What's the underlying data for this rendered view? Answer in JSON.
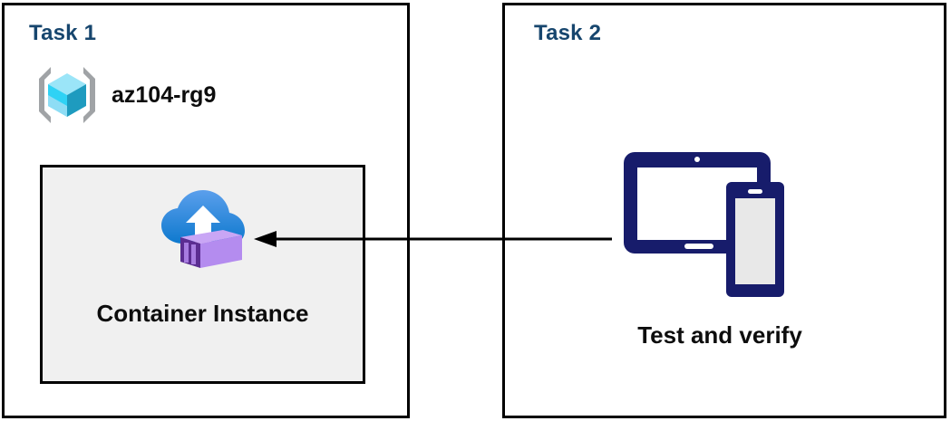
{
  "diagram": {
    "title": "Azure Container Instance task diagram",
    "background_color": "#FFFFFF",
    "border_color": "#000000",
    "title_color": "#17466E",
    "text_color": "#0D0D0D"
  },
  "panels": [
    {
      "id": "task1",
      "title": "Task 1",
      "resource_group": {
        "icon": "azure-resource-group-icon",
        "label": "az104-rg9"
      },
      "resource_box": {
        "icon": "azure-container-instance-icon",
        "label": "Container Instance",
        "fill_color": "#F0F0F0",
        "border_color": "#000000"
      }
    },
    {
      "id": "task2",
      "title": "Task 2",
      "devices": {
        "icon": "devices-tablet-phone-icon",
        "label": "Test and verify",
        "icon_color": "#171C6B",
        "screen_color": "#E8E8E8"
      }
    }
  ],
  "connector": {
    "name": "arrow-task2-to-container-instance",
    "direction": "right-to-left",
    "color": "#000000",
    "from": "Test and verify",
    "to": "Container Instance"
  },
  "icon_colors": {
    "resource_group_bracket": "#A0A3A6",
    "cube_top": "#9BE5F8",
    "cube_left": "#2FD2F5",
    "cube_right": "#1E9BBF",
    "cube_bottom_left": "#8EDDF5",
    "cloud_top": "#5197E8",
    "cloud_bottom": "#0F7BCF",
    "container_front": "#B48CEF",
    "container_side": "#5B2D91",
    "container_top": "#C9A6F5",
    "arrow_white": "#FFFFFF"
  }
}
